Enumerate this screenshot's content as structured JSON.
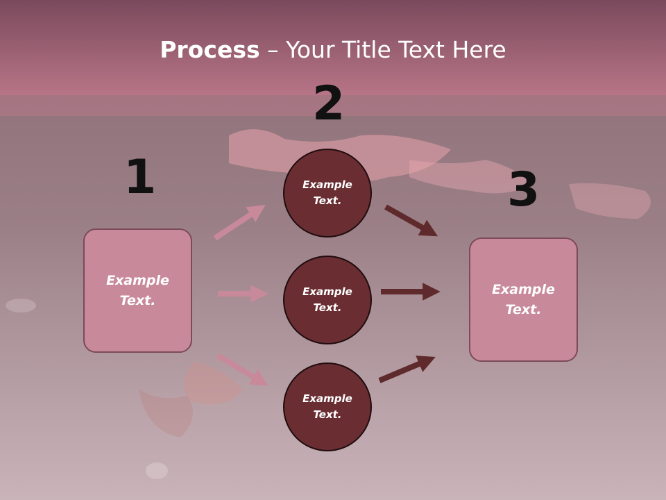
{
  "title": {
    "bold": "Process",
    "rest": " – Your Title Text Here"
  },
  "steps": {
    "one": "1",
    "two": "2",
    "three": "3"
  },
  "left_box": {
    "text": "Example Text."
  },
  "right_box": {
    "text": "Example Text."
  },
  "circles": [
    {
      "text": "Example Text."
    },
    {
      "text": "Example Text."
    },
    {
      "text": "Example Text."
    }
  ],
  "colors": {
    "title_bar": "#b77587",
    "box_fill": "#c88a9a",
    "circle_fill": "#6a2e32",
    "arrow_light": "#c88a9a",
    "arrow_dark": "#5e2a2c"
  }
}
